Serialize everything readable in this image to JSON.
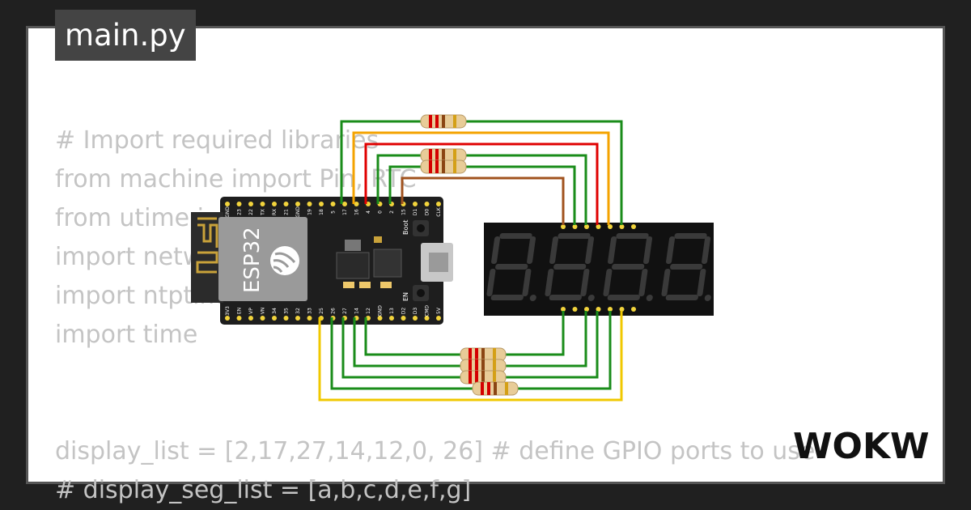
{
  "file_tab": "main.py",
  "code_lines": [
    "# Import required libraries",
    "from machine import Pin, RTC",
    "from utime import sleep",
    "import network",
    "import ntptime",
    "import time",
    "",
    "display_list = [2,17,27,14,12,0, 26] # define GPIO ports to use",
    "# display_seg_list = [a,b,c,d,e,f,g]"
  ],
  "board": {
    "chip_label": "ESP32",
    "top_pins": [
      "GND",
      "23",
      "22",
      "TX",
      "RX",
      "21",
      "GND",
      "19",
      "18",
      "5",
      "17",
      "16",
      "4",
      "0",
      "2",
      "15",
      "D1",
      "D0",
      "CLK"
    ],
    "bottom_pins": [
      "3V3",
      "EN",
      "VP",
      "VN",
      "34",
      "35",
      "32",
      "33",
      "25",
      "26",
      "27",
      "14",
      "12",
      "GND",
      "13",
      "D2",
      "D3",
      "CMD",
      "5V"
    ],
    "boot_label": "Boot",
    "en_label": "EN"
  },
  "logo_text": "WOKWi",
  "colors": {
    "green_wire": "#1a8c1a",
    "orange_wire": "#f4a300",
    "red_wire": "#e00000",
    "brown_wire": "#a0521e",
    "yellow_wire": "#f0c800",
    "board": "#1e1e1e",
    "segment_off": "#3a3a3a",
    "code_text": "#c4c4c4",
    "tab_bg": "#444444"
  },
  "icons": [
    "resistor-icon",
    "usb-port-icon",
    "espressif-logo-icon"
  ]
}
